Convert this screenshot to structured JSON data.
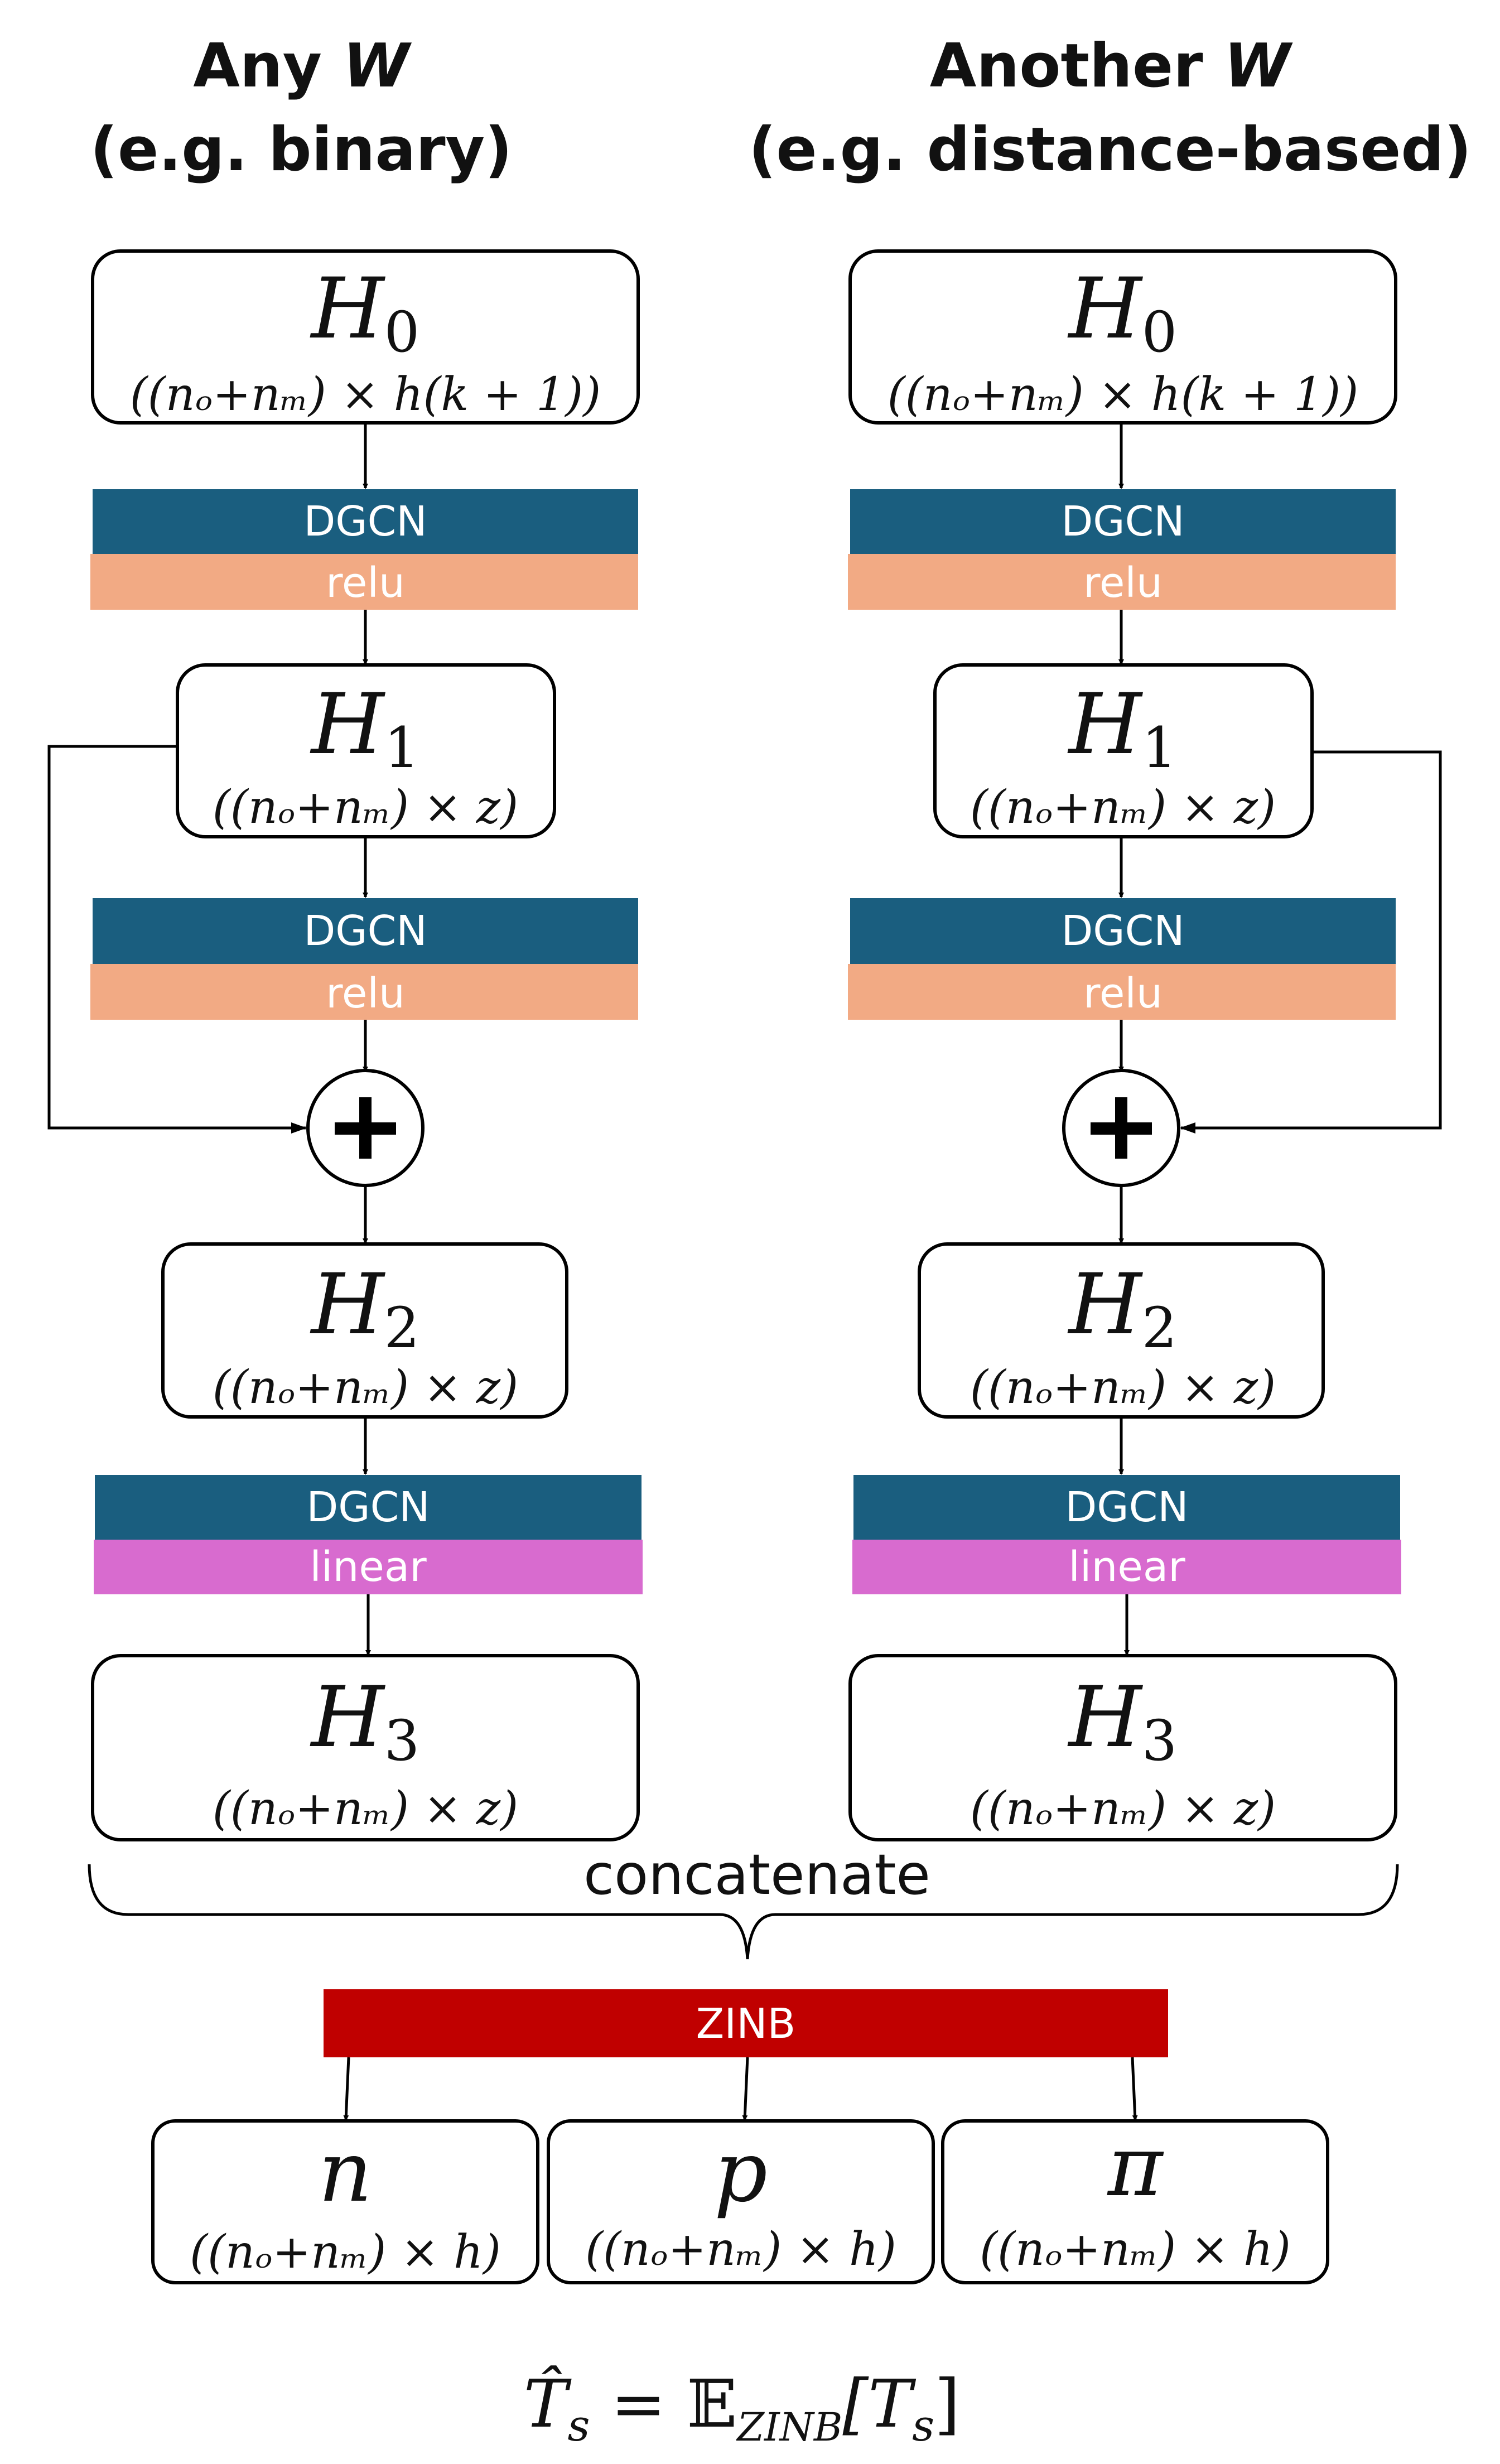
{
  "headers": {
    "left": {
      "line1": "Any",
      "w": "W",
      "line2": "(e.g. binary)"
    },
    "right": {
      "line1": "Another",
      "w": "W",
      "line2": "(e.g. distance-based)"
    }
  },
  "left": {
    "h0": {
      "name": "H",
      "sub": "0",
      "dim": "((nₒ+nₘ) × h(k + 1))"
    },
    "h1": {
      "name": "H",
      "sub": "1",
      "dim": "((nₒ+nₘ) × z)"
    },
    "h2": {
      "name": "H",
      "sub": "2",
      "dim": "((nₒ+nₘ) × z)"
    },
    "h3": {
      "name": "H",
      "sub": "3",
      "dim": "((nₒ+nₘ) × z)"
    },
    "layers": [
      {
        "layer": "DGCN",
        "activation": "relu"
      },
      {
        "layer": "DGCN",
        "activation": "relu"
      },
      {
        "layer": "DGCN",
        "activation": "linear"
      }
    ]
  },
  "right": {
    "h0": {
      "name": "H",
      "sub": "0",
      "dim": "((nₒ+nₘ) × h(k + 1))"
    },
    "h1": {
      "name": "H",
      "sub": "1",
      "dim": "((nₒ+nₘ) × z)"
    },
    "h2": {
      "name": "H",
      "sub": "2",
      "dim": "((nₒ+nₘ) × z)"
    },
    "h3": {
      "name": "H",
      "sub": "3",
      "dim": "((nₒ+nₘ) × z)"
    },
    "layers": [
      {
        "layer": "DGCN",
        "activation": "relu"
      },
      {
        "layer": "DGCN",
        "activation": "relu"
      },
      {
        "layer": "DGCN",
        "activation": "linear"
      }
    ]
  },
  "concat_label": "concatenate",
  "zinb_label": "ZINB",
  "outputs": [
    {
      "name": "n",
      "dim": "((nₒ+nₘ) × h)"
    },
    {
      "name": "p",
      "dim": "((nₒ+nₘ) × h)"
    },
    {
      "name": "π",
      "dim": "((nₒ+nₘ) × h)"
    }
  ],
  "formula": {
    "lhs": "T̂",
    "lhs_sub": "s",
    "eq": " = 𝔼",
    "e_sub": "ZINB",
    "rhs": "[T",
    "rhs_sub": "s",
    "close": "]"
  },
  "colors": {
    "dgcn": "#1a5e7f",
    "relu": "#f2aa84",
    "linear": "#d86bcf",
    "zinb": "#c00000"
  }
}
